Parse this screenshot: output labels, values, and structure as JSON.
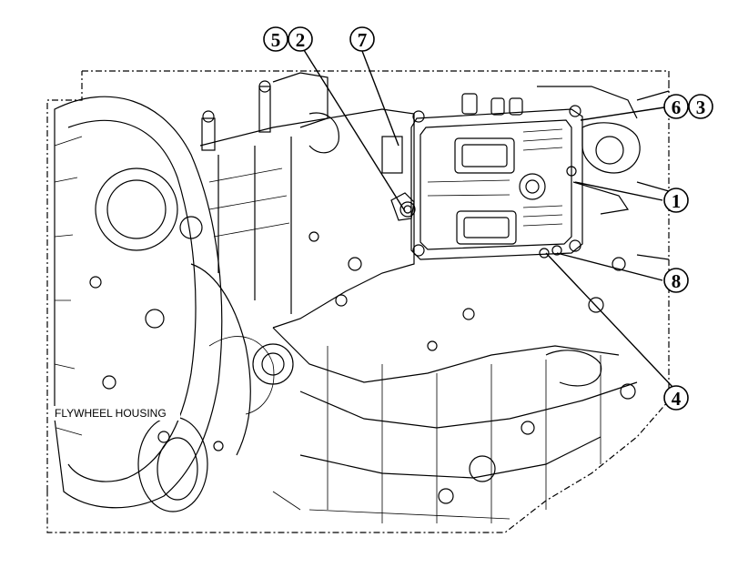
{
  "callouts": {
    "c5": "5",
    "c2": "2",
    "c7": "7",
    "c6": "6",
    "c3": "3",
    "c1": "1",
    "c8": "8",
    "c4": "4"
  },
  "labels": {
    "flywheel_housing": "FLYWHEEL HOUSING"
  }
}
